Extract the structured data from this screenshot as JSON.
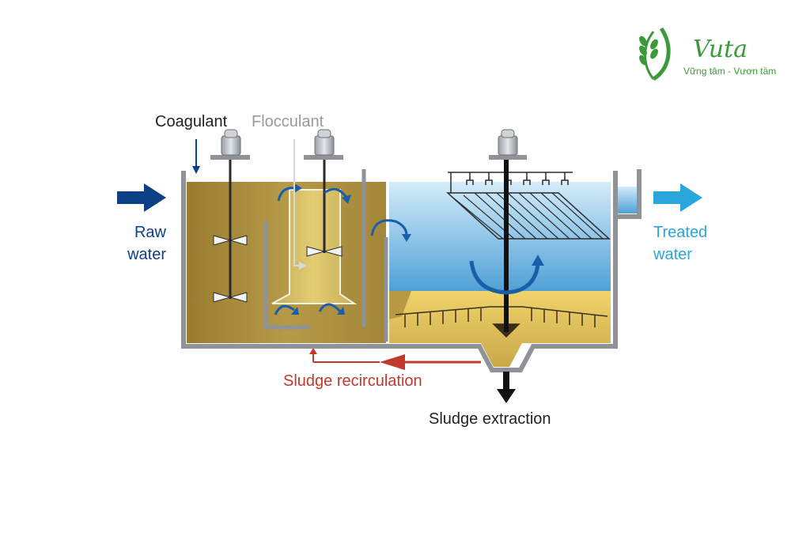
{
  "brand": {
    "name": "Vuta",
    "slogan": "Vững tâm - Vươn tầm",
    "color": "#3a9a3a"
  },
  "labels": {
    "coagulant": "Coagulant",
    "flocculant": "Flocculant",
    "raw_water_1": "Raw",
    "raw_water_2": "water",
    "treated_water_1": "Treated",
    "treated_water_2": "water",
    "sludge_recirculation": "Sludge recirculation",
    "sludge_extraction": "Sludge extraction"
  },
  "colors": {
    "raw_water_arrow": "#0d3f86",
    "treated_water_arrow": "#2aa6dd",
    "recirculation": "#c0392b",
    "extraction": "#111111",
    "tank_wall": "#8f9296",
    "reactor_liquid": "#a8893a",
    "settler_water": "#a9d4ee",
    "sludge": "#e8c860",
    "flow_arrow": "#1a5ea8"
  }
}
